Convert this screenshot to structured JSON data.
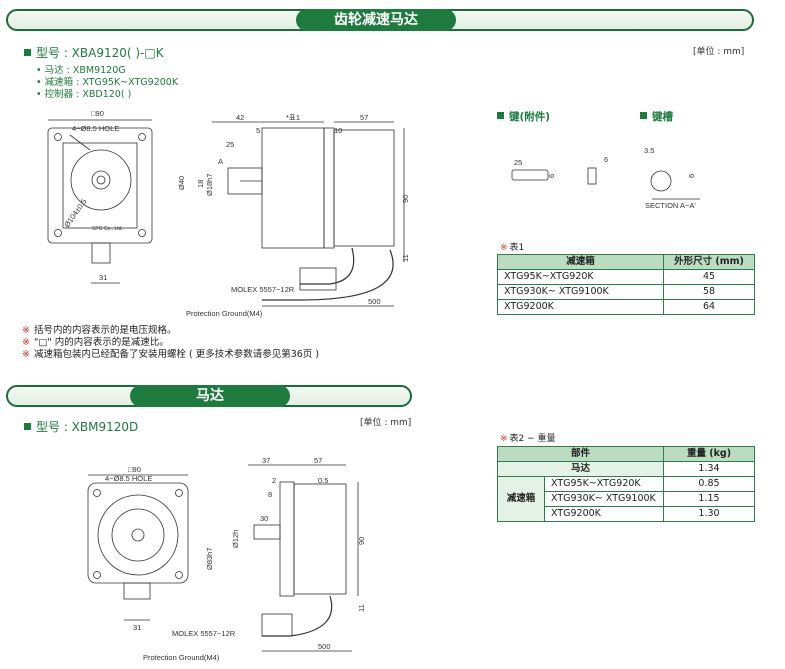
{
  "section1": {
    "banner": "齿轮减速马达"
  },
  "gearmotor": {
    "model_label": "型号 : XBA9120( )-□K",
    "unit": "[单位 : mm]",
    "parts": [
      "• 马达 : XBM9120G",
      "• 减速箱 : XTG95K~XTG9200K",
      "• 控制器 : XBD120( )"
    ],
    "notes": [
      "括号内的内容表示的是电压规格。",
      "\"□\" 内的内容表示的是减速比。",
      "减速箱包装内已经配备了安装用螺栓 ( 更多技术参数请参见第36页 )"
    ],
    "note_mark": "※"
  },
  "drawing1": {
    "sq": "□90",
    "hole": "4−Ø8.5 HOLE",
    "pcd": "Ø104±0.5",
    "brand": "SPG Co., Ltd.",
    "d31": "31",
    "d42": "42",
    "dstar": "*표1",
    "d57": "57",
    "d5": "5",
    "d10": "10",
    "d25": "25",
    "dA": "A",
    "d40": "Ø40",
    "d18": "18",
    "dshaft": "Ø18h7",
    "d90": "90",
    "d11": "11",
    "molex": "MOLEX 5557−12R",
    "pg": "Protection Ground(M4)",
    "d500": "500"
  },
  "key": {
    "title": "键(附件)",
    "slot_title": "键槽",
    "k1": "25",
    "k2": "6",
    "k3": "6",
    "k4": "3.5",
    "k5": "6",
    "section": "SECTION A−A'"
  },
  "table1": {
    "caption": "表1",
    "headers": [
      "减速箱",
      "外形尺寸 (mm)"
    ],
    "rows": [
      [
        "XTG95K~XTG920K",
        "45"
      ],
      [
        "XTG930K~ XTG9100K",
        "58"
      ],
      [
        "XTG9200K",
        "64"
      ]
    ]
  },
  "section2": {
    "banner": "马达"
  },
  "motor": {
    "model_label": "型号 : XBM9120D",
    "unit": "[单位 : mm]"
  },
  "drawing2": {
    "sq": "□90",
    "hole": "4−Ø8.5 HOLE",
    "d31": "31",
    "d37": "37",
    "d57": "57",
    "d2": "2",
    "d05": "0.5",
    "d8": "8",
    "d30": "30",
    "d83": "Ø83h7",
    "d12": "Ø12h",
    "d90": "90",
    "d11": "11",
    "molex": "MOLEX 5557−12R",
    "pg": "Protection Ground(M4)",
    "d500": "500"
  },
  "table2": {
    "caption": "表2 − 重量",
    "headers": [
      "部件",
      "重量 (kg)"
    ],
    "motor_row": [
      "马达",
      "1.34"
    ],
    "group_label": "减速箱",
    "rows": [
      [
        "XTG95K~XTG920K",
        "0.85"
      ],
      [
        "XTG930K~ XTG9100K",
        "1.15"
      ],
      [
        "XTG9200K",
        "1.30"
      ]
    ]
  },
  "colors": {
    "accent": "#1f7a3f",
    "header_fill": "#bcdcc2",
    "note_mark": "#c0392b"
  }
}
